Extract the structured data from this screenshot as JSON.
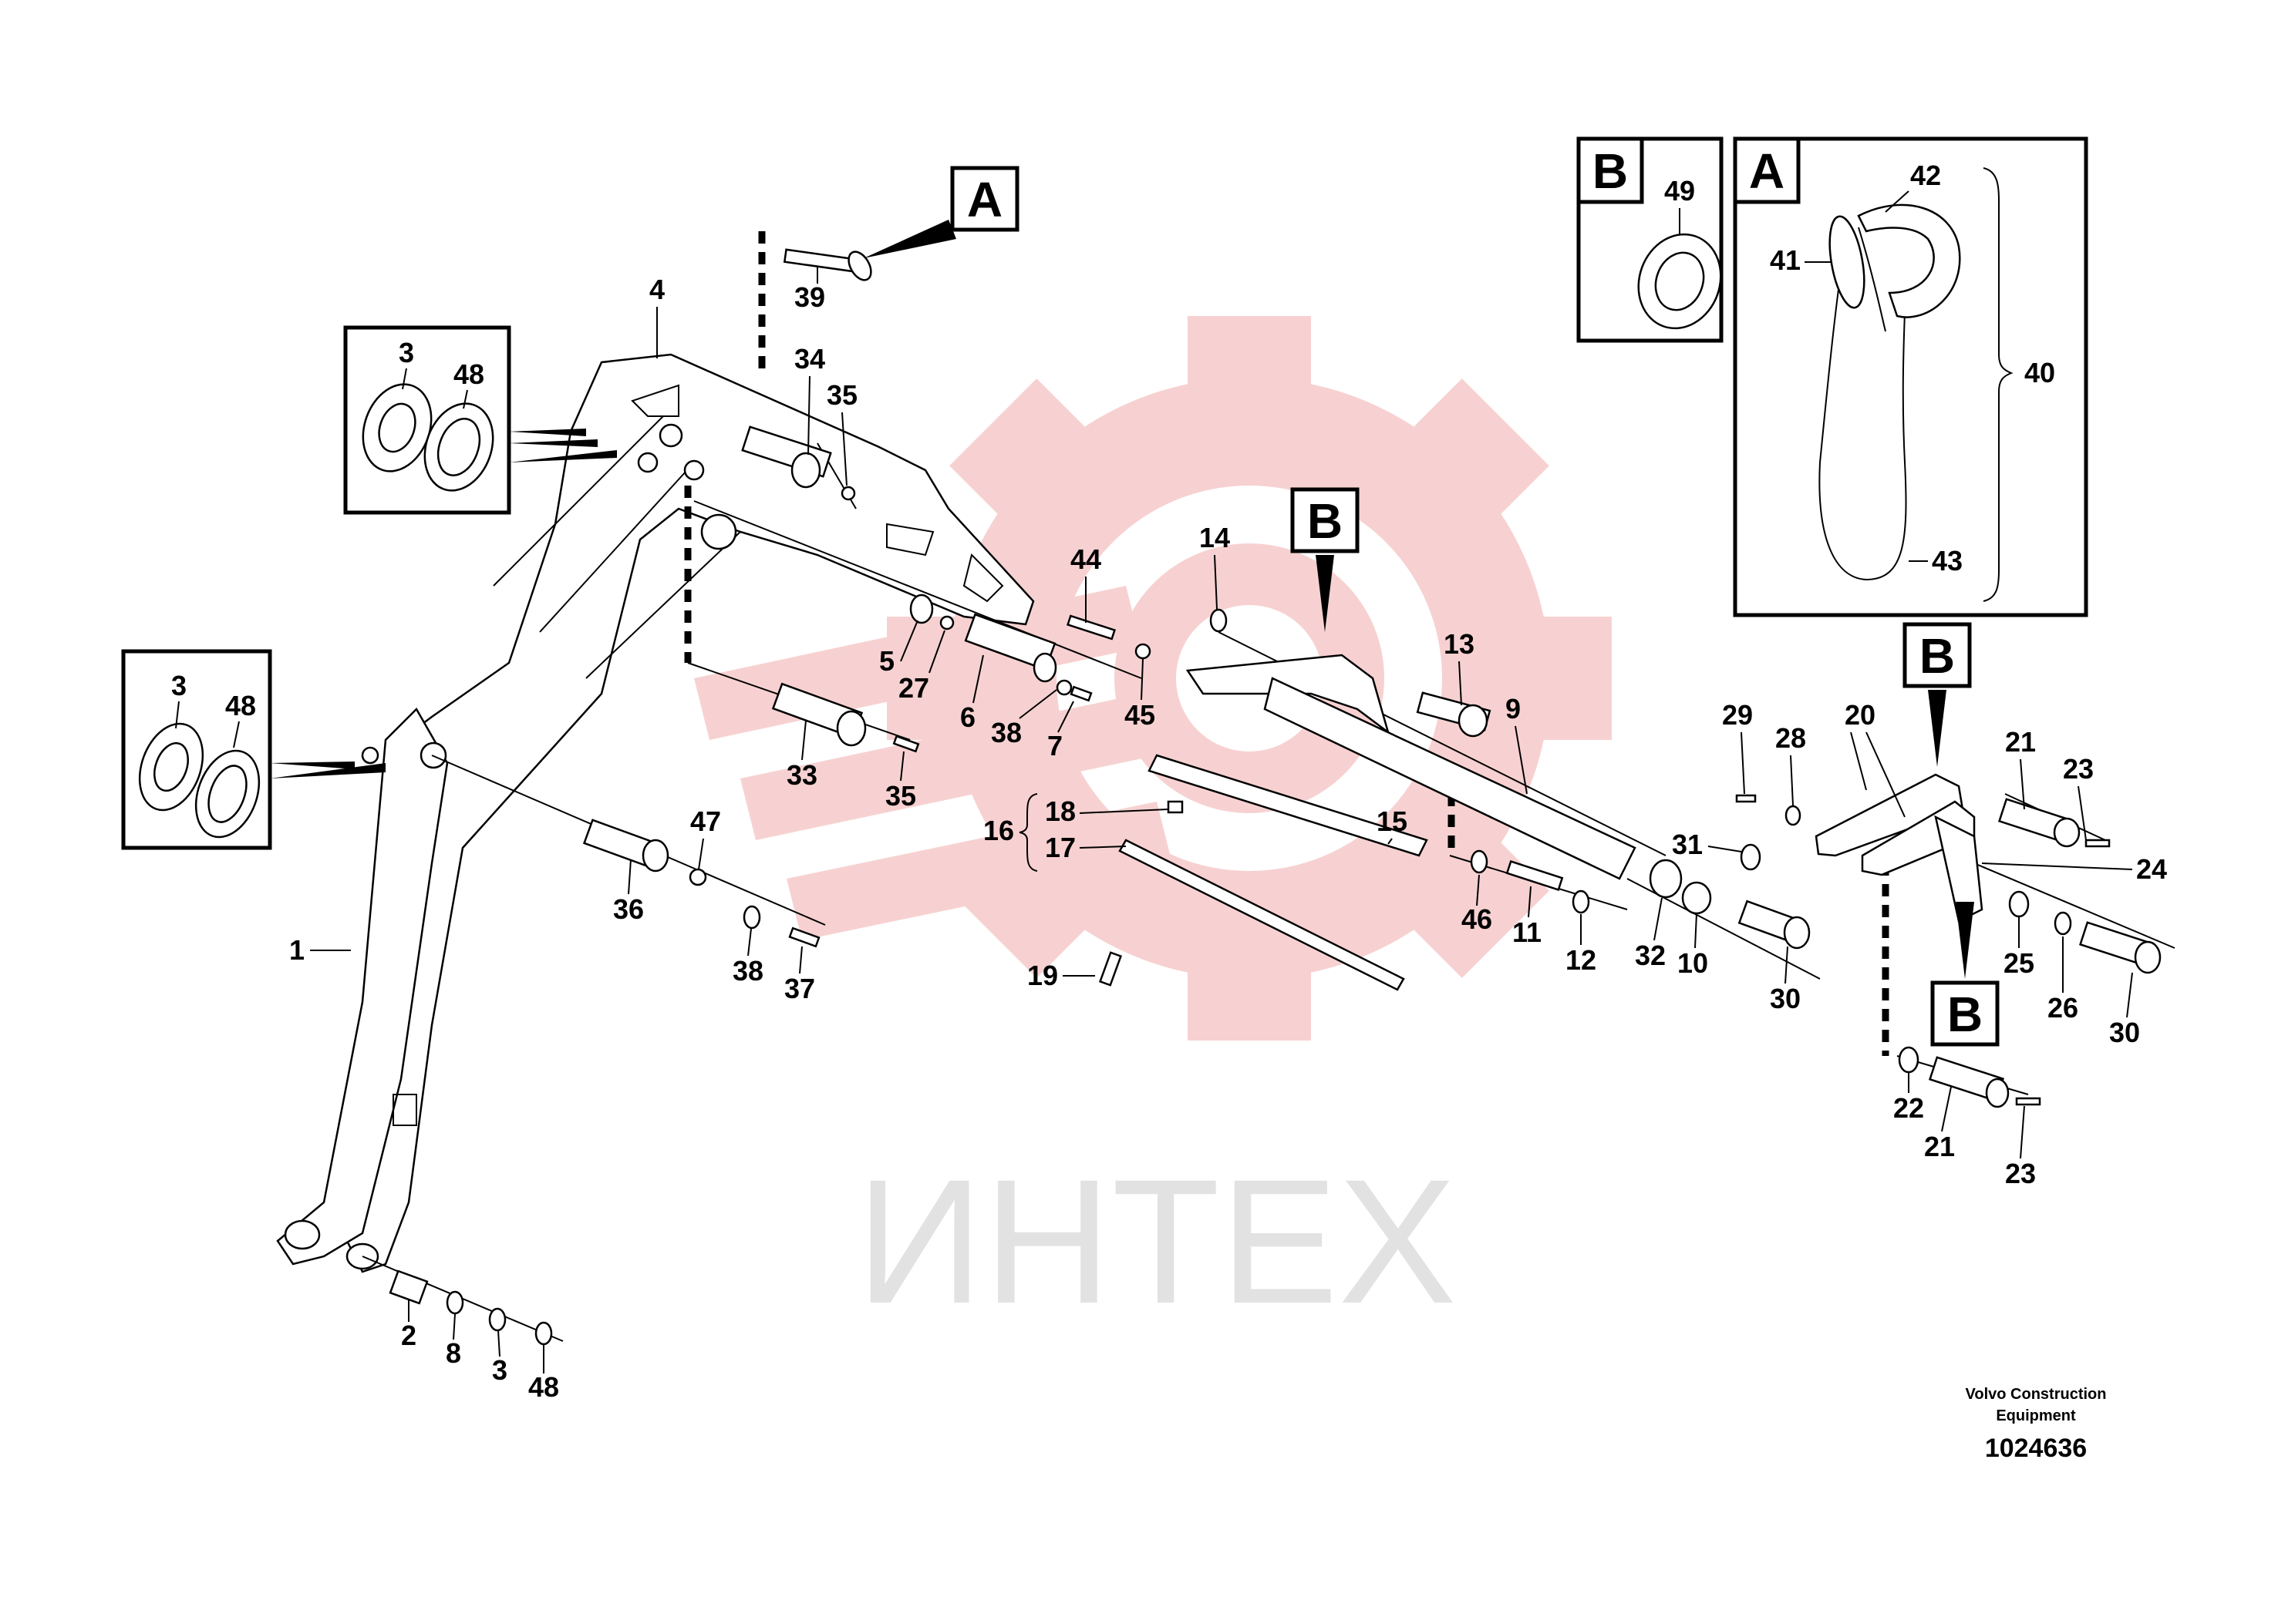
{
  "watermark": {
    "text": "ИНТЕХ",
    "gear_color": "#f6c9c9"
  },
  "caption": {
    "line1": "Volvo Construction",
    "line2": "Equipment",
    "number": "1024636"
  },
  "callout_boxes": [
    "A",
    "B",
    "B",
    "B"
  ],
  "inset_A": {
    "letter": "A",
    "parts": [
      "41",
      "42",
      "43"
    ],
    "group": "40"
  },
  "inset_B": {
    "letter": "B",
    "parts": [
      "49"
    ]
  },
  "inset_left_top": {
    "parts": [
      "3",
      "48"
    ]
  },
  "inset_left_mid": {
    "parts": [
      "3",
      "48"
    ]
  },
  "group_16": {
    "label": "16",
    "members": [
      "18",
      "17"
    ]
  },
  "labels": {
    "l1": "1",
    "l2": "2",
    "l3": "3",
    "l4": "4",
    "l5": "5",
    "l6": "6",
    "l7": "7",
    "l8": "8",
    "l9": "9",
    "l10": "10",
    "l11": "11",
    "l12": "12",
    "l13": "13",
    "l14": "14",
    "l15": "15",
    "l17": "17",
    "l18": "18",
    "l19": "19",
    "l20": "20",
    "l21a": "21",
    "l21b": "21",
    "l22": "22",
    "l23a": "23",
    "l23b": "23",
    "l24": "24",
    "l25": "25",
    "l26": "26",
    "l27": "27",
    "l28": "28",
    "l29": "29",
    "l30a": "30",
    "l30b": "30",
    "l31": "31",
    "l32": "32",
    "l33": "33",
    "l34": "34",
    "l35a": "35",
    "l35b": "35",
    "l36": "36",
    "l37": "37",
    "l38a": "38",
    "l38b": "38",
    "l39": "39",
    "l44": "44",
    "l45": "45",
    "l46": "46",
    "l47": "47",
    "l48": "48"
  },
  "icons": [
    "gear-watermark",
    "callout-arrow",
    "brace"
  ]
}
